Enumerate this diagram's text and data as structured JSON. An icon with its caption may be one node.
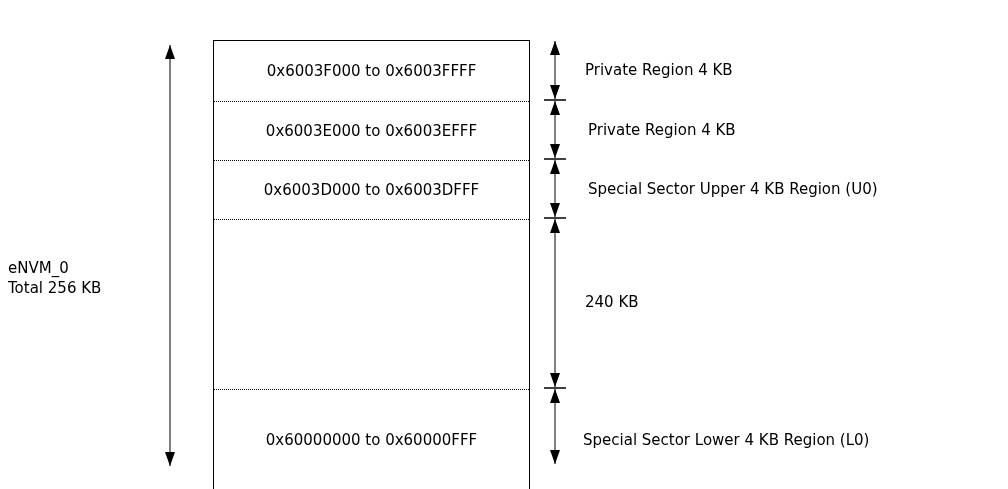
{
  "diagram": {
    "nodes": [
      {
        "text": [
          "0x6003F000 to 0x6003FFFF"
        ]
      },
      {
        "text": [
          "0x6003E000 to 0x6003EFFF"
        ]
      },
      {
        "text": [
          "0x6003D000 to 0x6003DFFF"
        ]
      },
      {
        "text": [],
        "shape": "box"
      },
      {
        "text": [
          "0x60000000 to 0x60000FFF"
        ]
      }
    ],
    "edges": [],
    "labels": [
      "Private Region 4 KB",
      "Private Region 4 KB",
      "Special Sector Upper 4 KB Region (U0)",
      "eNVM_0 Total 256 KB",
      "240 KB",
      "Special Sector Lower 4 KB Region (L0)"
    ]
  }
}
